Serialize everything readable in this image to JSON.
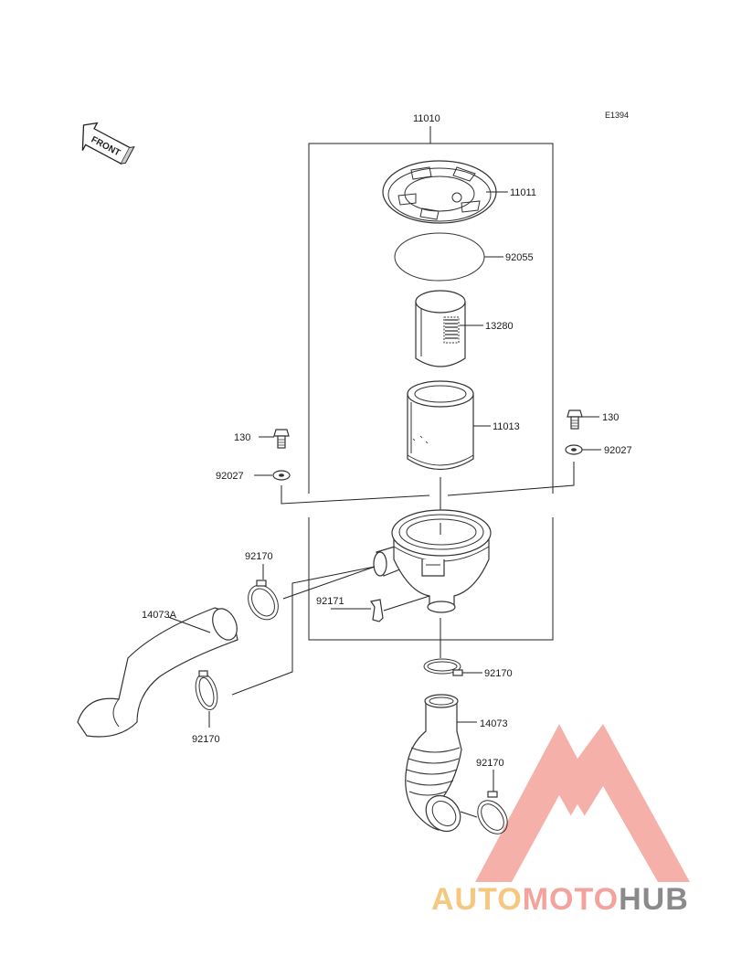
{
  "diagram_code": "E1394",
  "front_label": "FRONT",
  "watermark": {
    "auto": "AUTO",
    "moto": "MOTO",
    "hub": "HUB",
    "color_auto": "#F6C77E",
    "color_moto": "#F4A39C",
    "color_hub": "#8A8A8A",
    "color_logo": "#F4A39C"
  },
  "labels": {
    "assembly": "11010",
    "cap": "11011",
    "oring": "92055",
    "element_inner": "13280",
    "element_outer": "11013",
    "bolt_left": "130",
    "bolt_right": "130",
    "washer_left": "92027",
    "washer_right": "92027",
    "clamp_left_upper": "92170",
    "clamp_left_lower": "92170",
    "clamp_center": "92170",
    "clamp_right": "92170",
    "bracket": "92171",
    "duct_left": "14073A",
    "duct_bottom": "14073"
  }
}
